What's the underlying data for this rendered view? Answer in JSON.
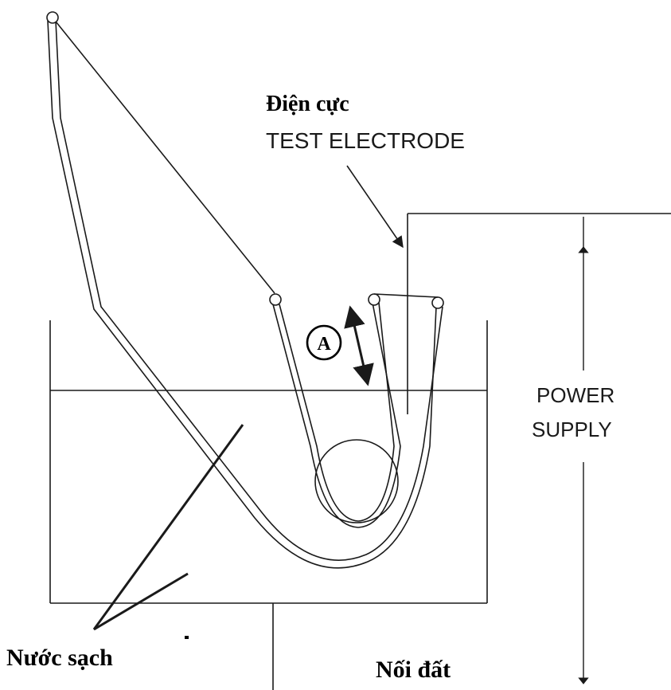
{
  "labels": {
    "electrode_vn": "Điện cực",
    "electrode_en": "TEST ELECTRODE",
    "power_supply_line1": "POWER",
    "power_supply_line2": "SUPPLY",
    "marker_a": "A",
    "clean_water": "Nước sạch",
    "ground": "Nối đất"
  },
  "colors": {
    "line": "#1a1a1a",
    "background": "#ffffff"
  }
}
